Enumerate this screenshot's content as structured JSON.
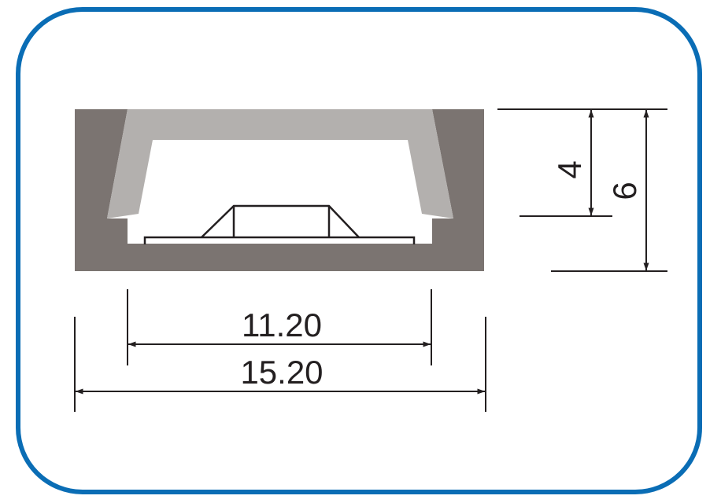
{
  "dimensions": {
    "inner_width": "11.20",
    "outer_width": "15.20",
    "inner_height": "4",
    "outer_height": "6"
  },
  "colors": {
    "frame": "#0a6db5",
    "profile": "#7b7471",
    "diffuser": "#b3b0ae",
    "line": "#231f20",
    "background": "#ffffff"
  }
}
